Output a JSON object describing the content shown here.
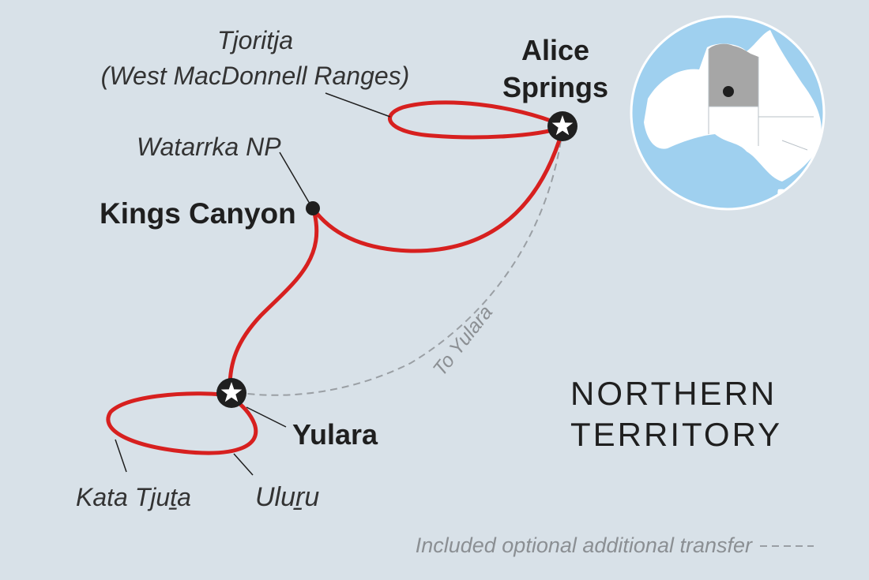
{
  "colors": {
    "background": "#d8e1e8",
    "route": "#d7201f",
    "optional_transfer": "#9a9fa4",
    "leader_line": "#1f1f1f",
    "globe_ocean": "#9fd0ef",
    "globe_land": "#ffffff",
    "globe_highlight": "#a6a6a6"
  },
  "places": {
    "alice_springs_line1": "Alice",
    "alice_springs_line2": "Springs",
    "kings_canyon": "Kings Canyon",
    "yulara": "Yulara"
  },
  "sites": {
    "tjoritja_line1": "Tjoritja",
    "tjoritja_line2": "(West MacDonnell Ranges)",
    "watarrka": "Watarrka NP",
    "kata_tjuta": "Kata Tjuṯa",
    "uluru": "Uluṟu"
  },
  "route_labels": {
    "optional_transfer": "To Yulara"
  },
  "region": {
    "line1": "NORTHERN",
    "line2": "TERRITORY"
  },
  "legend": {
    "optional_transfer": "Included optional additional transfer"
  },
  "icons": {
    "start_end": "star-in-circle-icon",
    "stop": "filled-dot-icon",
    "inset": "globe-locator-icon"
  }
}
